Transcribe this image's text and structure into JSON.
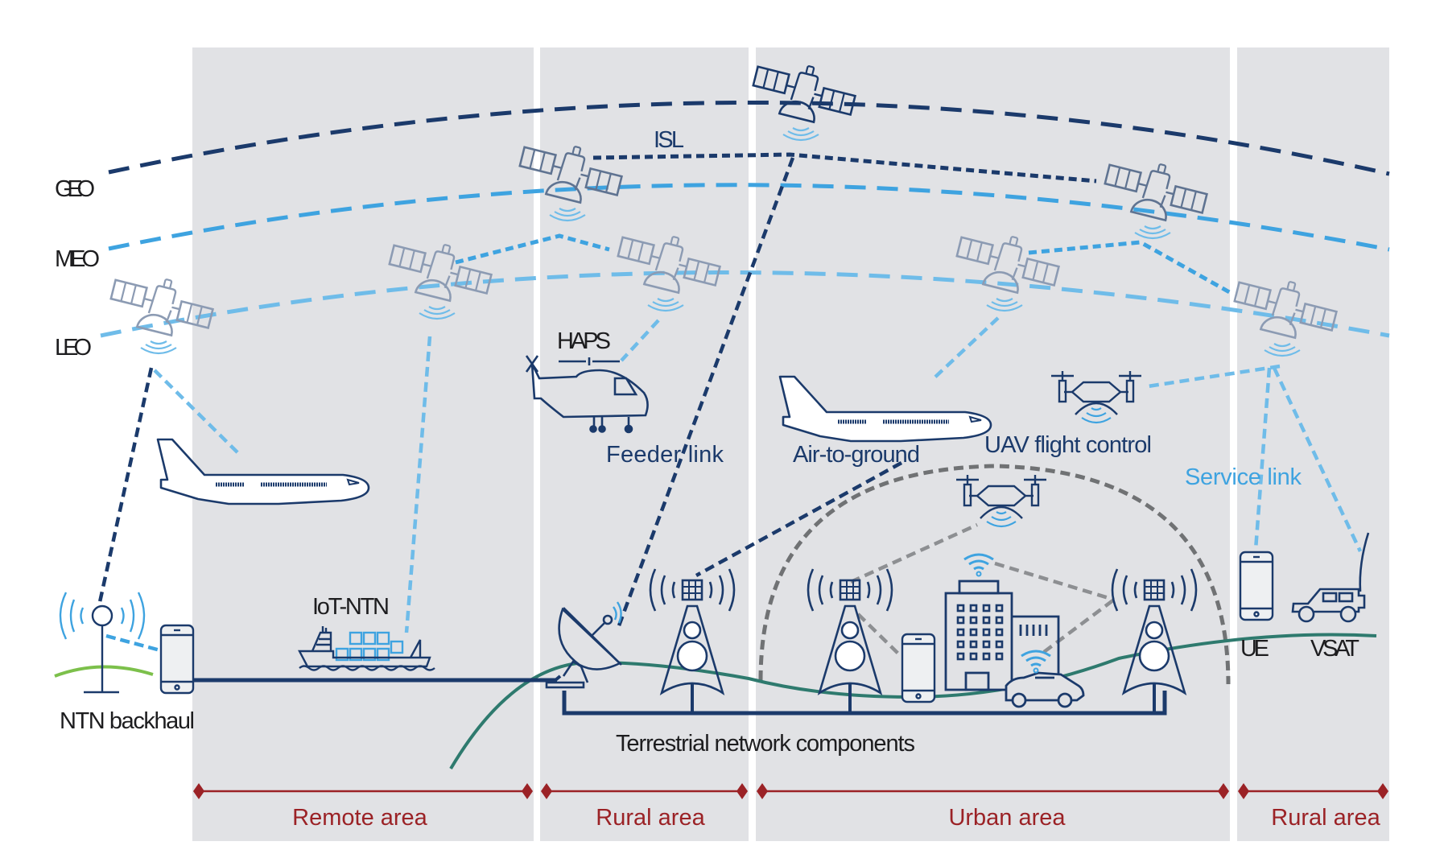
{
  "diagram": {
    "type": "NTN network architecture",
    "orbit_labels": {
      "geo": "GEO",
      "meo": "MEO",
      "leo": "LEO"
    },
    "links": {
      "isl": "ISL",
      "feeder_link": "Feeder link",
      "air_to_ground": "Air-to-ground",
      "uav_flight_control": "UAV flight control",
      "service_link": "Service link"
    },
    "nodes": {
      "haps": "HAPS",
      "iot_ntn": "IoT-NTN",
      "ntn_backhaul": "NTN backhaul",
      "terrestrial": "Terrestrial network components",
      "ue": "UE",
      "vsat": "VSAT"
    },
    "areas": [
      {
        "label": "Remote area"
      },
      {
        "label": "Rural area"
      },
      {
        "label": "Urban area"
      },
      {
        "label": "Rural area"
      }
    ],
    "colors": {
      "panel": "#e1e2e5",
      "navy": "#1b3a6b",
      "geo_line": "#1b3a6b",
      "meo_line": "#3ea3e0",
      "leo_line": "#6fbce9",
      "satellite_gray": "#7b8ca6",
      "terrain": "#2e7a6e",
      "hill": "#7cc04b",
      "area_red": "#9b2226",
      "urban_dome": "#707274"
    }
  }
}
